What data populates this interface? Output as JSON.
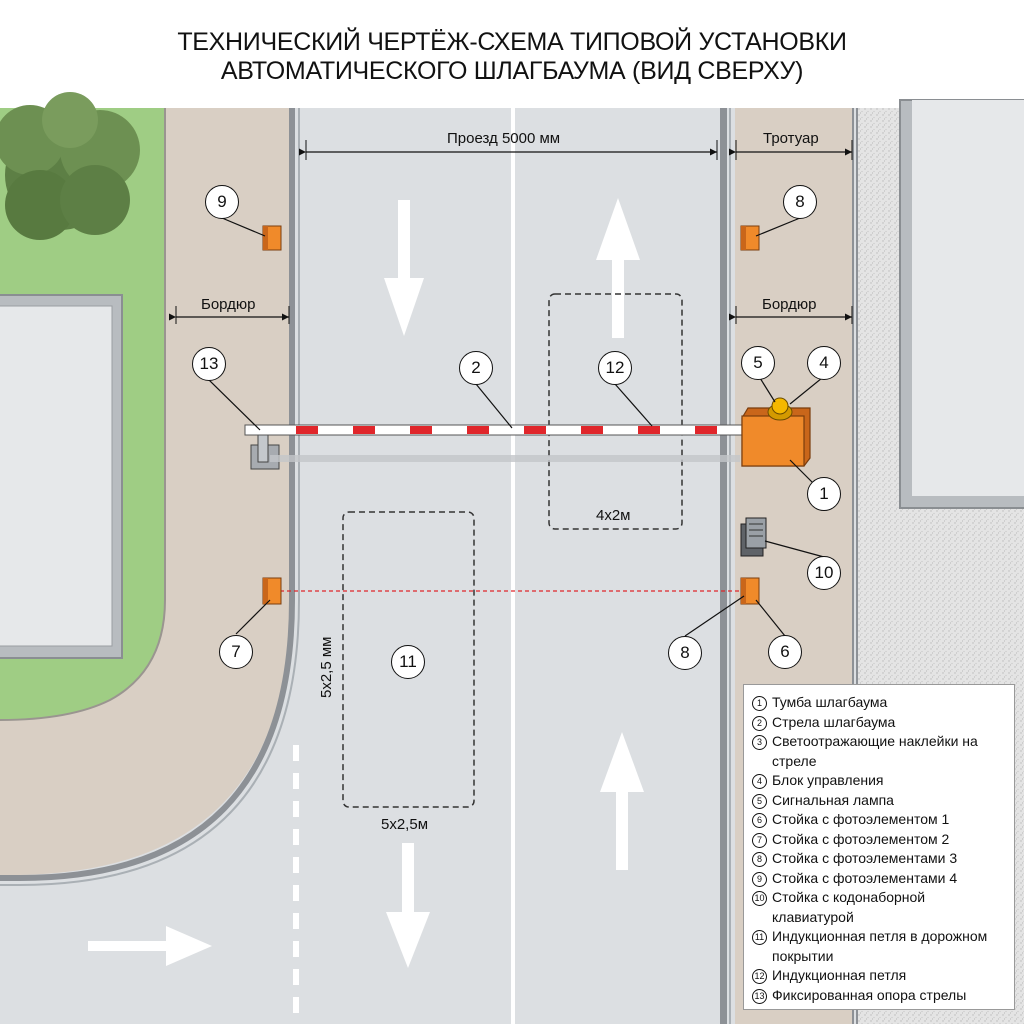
{
  "title": {
    "line1": "ТЕХНИЧЕСКИЙ ЧЕРТЁЖ-СХЕМА ТИПОВОЙ УСТАНОВКИ",
    "line2": "АВТОМАТИЧЕСКОГО ШЛАГБАУМА (ВИД СВЕРХУ)"
  },
  "dimensions": {
    "roadway": "Проезд 5000 мм",
    "sidewalk": "Тротуар",
    "curb_left": "Бордюр",
    "curb_right": "Бордюр",
    "loop_vertical": "5х2,5 мм",
    "loop_bottom": "5х2,5м",
    "loop_small": "4х2м"
  },
  "callouts": {
    "c1": "1",
    "c2": "2",
    "c4": "4",
    "c5": "5",
    "c6": "6",
    "c7": "7",
    "c8a": "8",
    "c8b": "8",
    "c9": "9",
    "c10": "10",
    "c11": "11",
    "c12": "12",
    "c13": "13"
  },
  "legend": [
    {
      "num": "1",
      "text": "Тумба шлагбаума"
    },
    {
      "num": "2",
      "text": "Стрела шлагбаума"
    },
    {
      "num": "3",
      "text": "Светоотражающие наклейки на стреле"
    },
    {
      "num": "4",
      "text": "Блок управления"
    },
    {
      "num": "5",
      "text": "Сигнальная лампа"
    },
    {
      "num": "6",
      "text": "Стойка с фотоэлементом 1"
    },
    {
      "num": "7",
      "text": "Стойка с фотоэлементом 2"
    },
    {
      "num": "8",
      "text": "Стойка с фотоэлементами 3"
    },
    {
      "num": "9",
      "text": "Стойка с фотоэлементами 4"
    },
    {
      "num": "10",
      "text": "Стойка с кодонаборной клавиатурой"
    },
    {
      "num": "11",
      "text": "Индукционная петля в дорожном покрытии"
    },
    {
      "num": "12",
      "text": "Индукционная петля"
    },
    {
      "num": "13",
      "text": "Фиксированная опора стрелы"
    }
  ],
  "colors": {
    "road": "#dcdfe2",
    "sidewalk": "#d9cfc4",
    "grass": "#9fcd84",
    "barrier_red": "#e0262b",
    "housing_orange": "#f08a2a",
    "lamp_yellow": "#f5b800"
  }
}
